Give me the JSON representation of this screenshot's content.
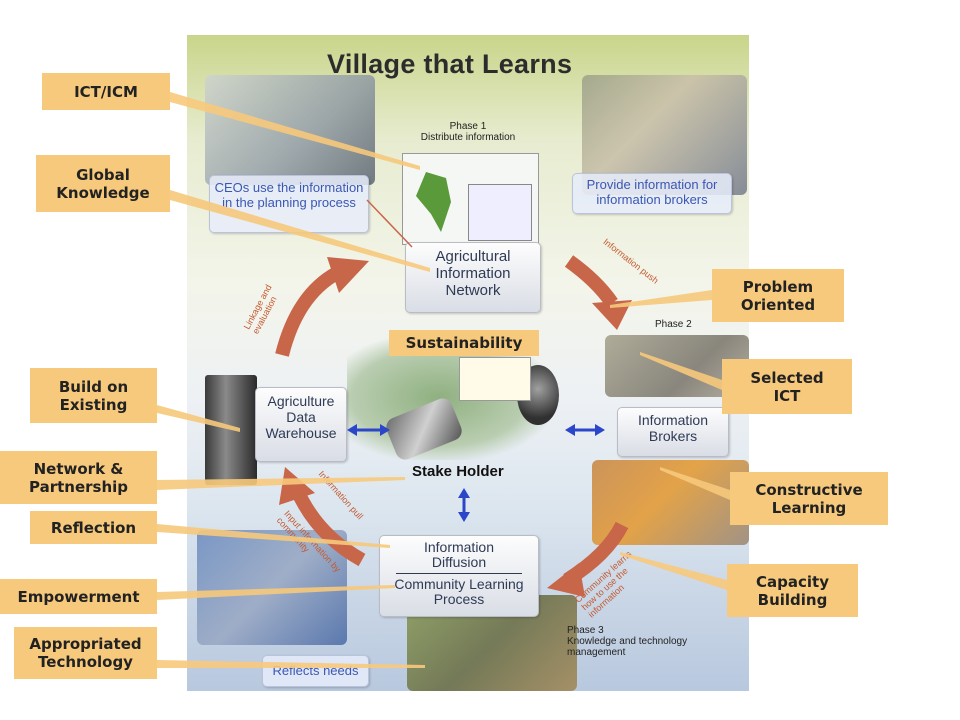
{
  "poster": {
    "title": "Village that Learns",
    "phase1": {
      "name": "Phase 1",
      "desc": "Distribute information"
    },
    "phase2": {
      "name": "Phase 2"
    },
    "phase3": {
      "name": "Phase 3",
      "desc": "Knowledge and technology management"
    },
    "boxes": {
      "ceos": "CEOs use the information in the planning process",
      "provide": "Provide information for information brokers",
      "agri_network": "Agricultural Information Network",
      "warehouse": "Agriculture Data Warehouse",
      "brokers": "Information Brokers",
      "diffusion": "Information Diffusion",
      "learning": "Community Learning Process",
      "reflects": "Reflects needs",
      "stakeholder": "Stake Holder"
    },
    "arrow_labels": {
      "info_push": "Information push",
      "linkage": "Linkage and evaluation",
      "info_pull": "Information pull",
      "input_info": "Input information by community",
      "community_learns": "Community learns how to use the information"
    },
    "sustainability": "Sustainability"
  },
  "labels": {
    "ict_icm": "ICT/ICM",
    "global_knowledge": "Global Knowledge",
    "problem_oriented": "Problem Oriented",
    "selected_ict": "Selected ICT",
    "build_on_existing": "Build on Existing",
    "network_partnership": "Network & Partnership",
    "constructive_learning": "Constructive Learning",
    "reflection": "Reflection",
    "capacity_building": "Capacity Building",
    "empowerment": "Empowerment",
    "appropriated_technology": "Appropriated Technology"
  },
  "colors": {
    "label_bg": "#f7c97c",
    "arrow": "#c8664a",
    "connector": "#2b46c9"
  }
}
